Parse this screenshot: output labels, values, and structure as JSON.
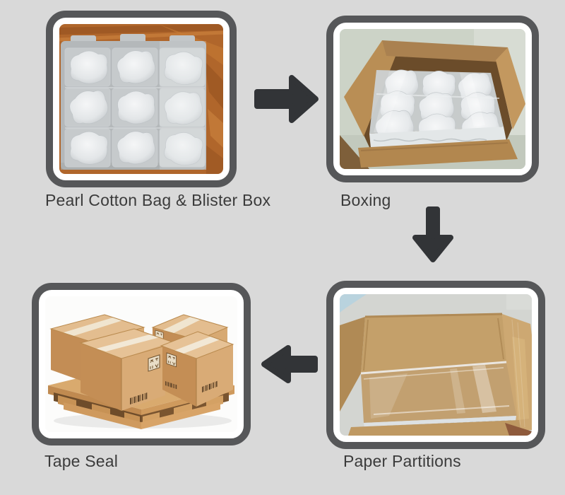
{
  "theme": {
    "page_bg": "#d9d9d9",
    "frame_border_color": "#565759",
    "frame_inner_color": "#ffffff",
    "arrow_color": "#323437",
    "label_color": "#3b3b3b"
  },
  "steps": [
    {
      "label": "Pearl Cotton Bag & Blister Box"
    },
    {
      "label": "Boxing"
    },
    {
      "label": "Paper Partitions"
    },
    {
      "label": "Tape Seal"
    }
  ],
  "arrows": [
    {
      "name": "arrow-step1-to-step2",
      "direction": "right"
    },
    {
      "name": "arrow-step2-to-step3",
      "direction": "down"
    },
    {
      "name": "arrow-step3-to-step4",
      "direction": "left"
    }
  ]
}
